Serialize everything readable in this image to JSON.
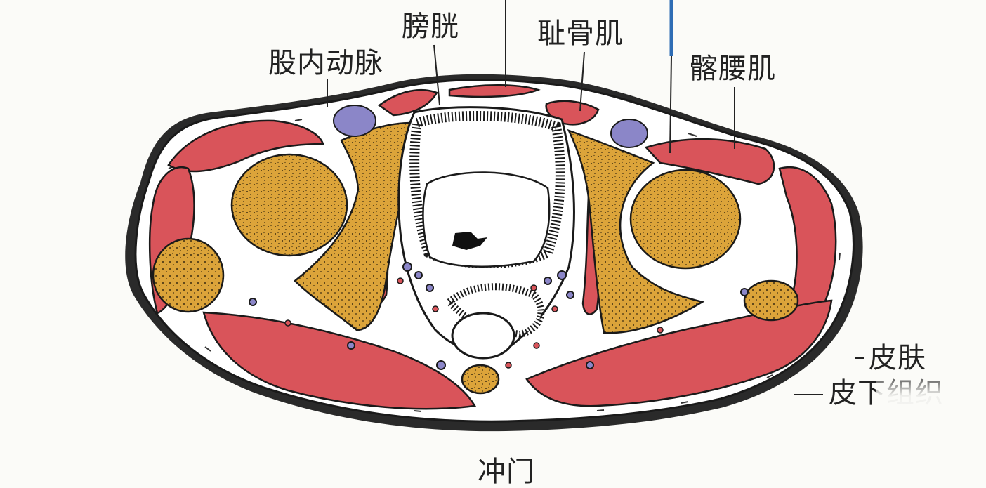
{
  "labels": {
    "femoral_artery": "股内动脉",
    "bladder": "膀胱",
    "pectineus": "耻骨肌",
    "iliopsoas": "髂腰肌",
    "skin": "皮肤",
    "subcutaneous": "皮下组织",
    "acupoint": "冲门"
  },
  "colors": {
    "muscle": "#d9545a",
    "bone": "#dca43a",
    "vessel": "#8b86c8",
    "outline": "#1a1a1a",
    "tissue": "#ffffff",
    "needle_marker": "#2f6db5"
  }
}
